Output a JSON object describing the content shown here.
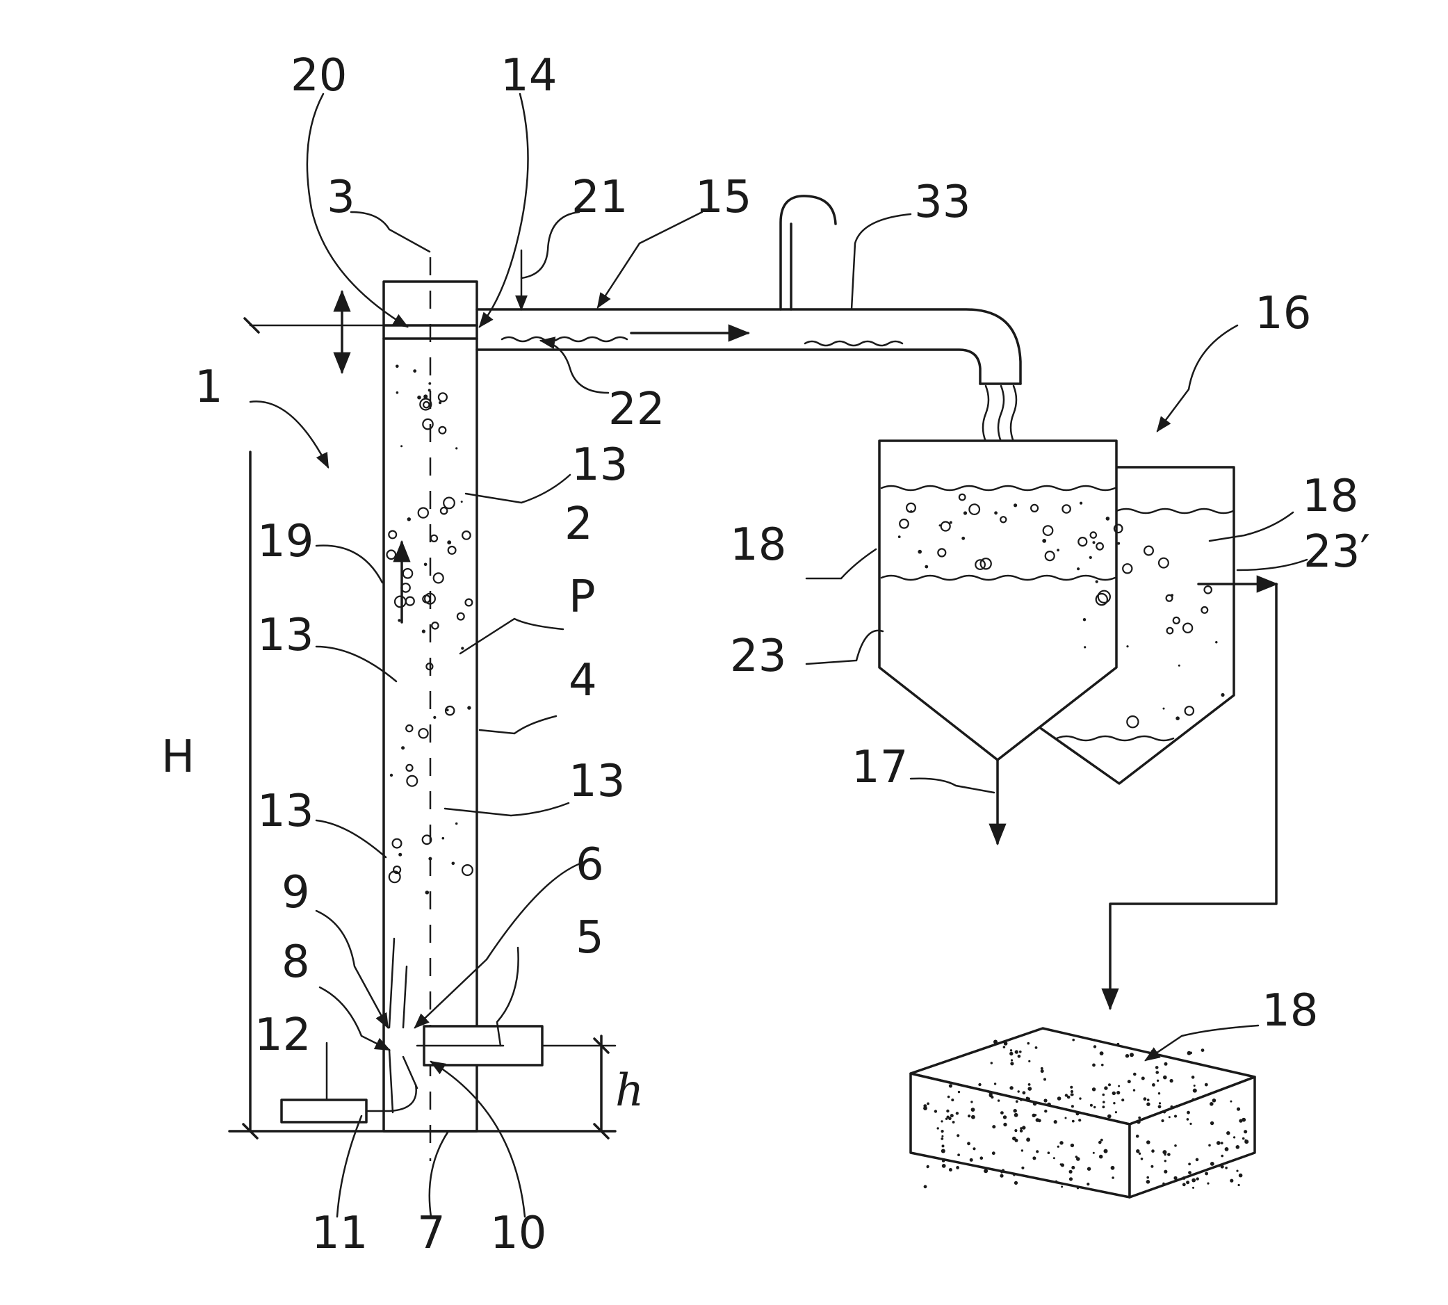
{
  "figure": {
    "labels": {
      "n1": "1",
      "n2": "2",
      "n3": "3",
      "n4": "4",
      "n5": "5",
      "n6": "6",
      "n7": "7",
      "n8": "8",
      "n9": "9",
      "n10": "10",
      "n11": "11",
      "n12": "12",
      "n13a": "13",
      "n13b": "13",
      "n13c": "13",
      "n13d": "13",
      "n14": "14",
      "n15": "15",
      "n16": "16",
      "n17": "17",
      "n18a": "18",
      "n18b": "18",
      "n18c": "18",
      "n19": "19",
      "n20": "20",
      "n21": "21",
      "n22": "22",
      "n23": "23",
      "n23p": "23′",
      "n33": "33",
      "P": "P",
      "H": "H",
      "h": "h"
    }
  }
}
